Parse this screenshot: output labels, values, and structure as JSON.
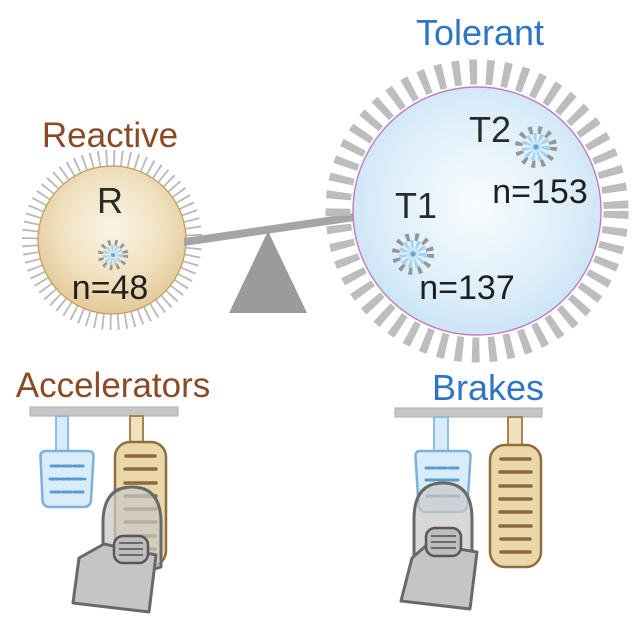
{
  "balance": {
    "reactive": {
      "title": "Reactive",
      "group_label": "R",
      "n_label": "n=48",
      "count": 48
    },
    "tolerant": {
      "title": "Tolerant",
      "subgroups": [
        {
          "label": "T1",
          "n_label": "n=137",
          "count": 137
        },
        {
          "label": "T2",
          "n_label": "n=153",
          "count": 153
        }
      ]
    }
  },
  "pedals": {
    "accelerators": {
      "title": "Accelerators"
    },
    "brakes": {
      "title": "Brakes"
    }
  },
  "colors": {
    "reactive_text": "#8B4A26",
    "tolerant_text": "#2E75C6",
    "reactive_fill": "#EDD9AE",
    "tolerant_fill": "#CBE6F7",
    "ring_gray": "#BDBDBD",
    "seesaw_gray": "#A5A5A5",
    "accelerator_pedal_fill": "#EBD8A8",
    "brake_pedal_fill": "#D9ECF9"
  }
}
